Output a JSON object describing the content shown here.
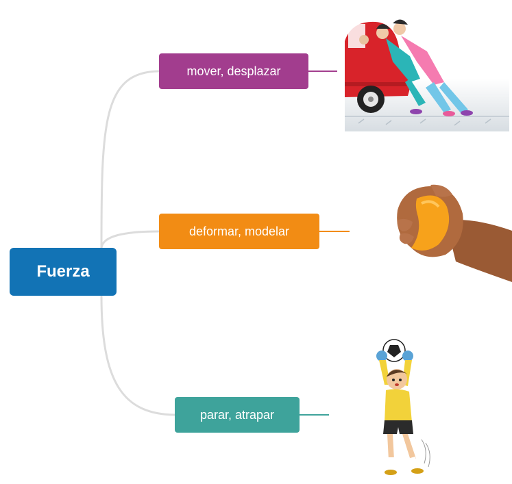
{
  "diagram": {
    "root": {
      "label": "Fuerza",
      "color": "#1273b5"
    },
    "branches": [
      {
        "label": "mover, desplazar",
        "color": "#a23d8e",
        "illustration": "cartoon-people-pushing-car"
      },
      {
        "label": "deformar, modelar",
        "color": "#f28c14",
        "illustration": "hand-squeezing-ball"
      },
      {
        "label": "parar, atrapar",
        "color": "#3ea39b",
        "illustration": "goalkeeper-catching-ball"
      }
    ],
    "connector_color": "#dcdcdc"
  }
}
